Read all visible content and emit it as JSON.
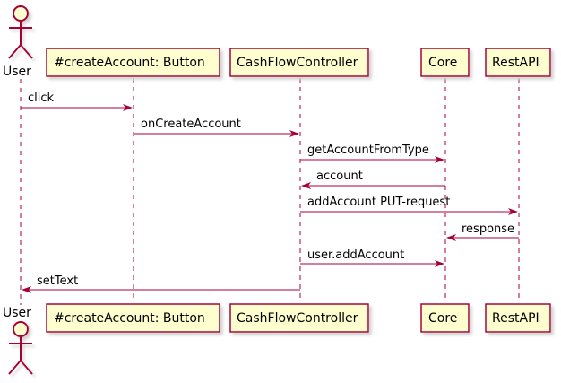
{
  "actor": {
    "name": "User"
  },
  "participants": [
    {
      "id": "btn",
      "label": "#createAccount: Button"
    },
    {
      "id": "ctrl",
      "label": "CashFlowController"
    },
    {
      "id": "core",
      "label": "Core"
    },
    {
      "id": "api",
      "label": "RestAPI"
    }
  ],
  "messages": [
    {
      "from": "user",
      "to": "btn",
      "label": "click"
    },
    {
      "from": "btn",
      "to": "ctrl",
      "label": "onCreateAccount"
    },
    {
      "from": "ctrl",
      "to": "core",
      "label": "getAccountFromType"
    },
    {
      "from": "core",
      "to": "ctrl",
      "label": "account"
    },
    {
      "from": "ctrl",
      "to": "api",
      "label": "addAccount PUT-request"
    },
    {
      "from": "api",
      "to": "core",
      "label": "response"
    },
    {
      "from": "ctrl",
      "to": "core",
      "label": "user.addAccount"
    },
    {
      "from": "ctrl",
      "to": "user",
      "label": "setText"
    }
  ],
  "colors": {
    "box_fill": "#FEFECE",
    "box_stroke": "#A80036",
    "lifeline": "#A80036",
    "arrow": "#A80036",
    "text": "#000000",
    "shadow": "#D3D3D3"
  }
}
